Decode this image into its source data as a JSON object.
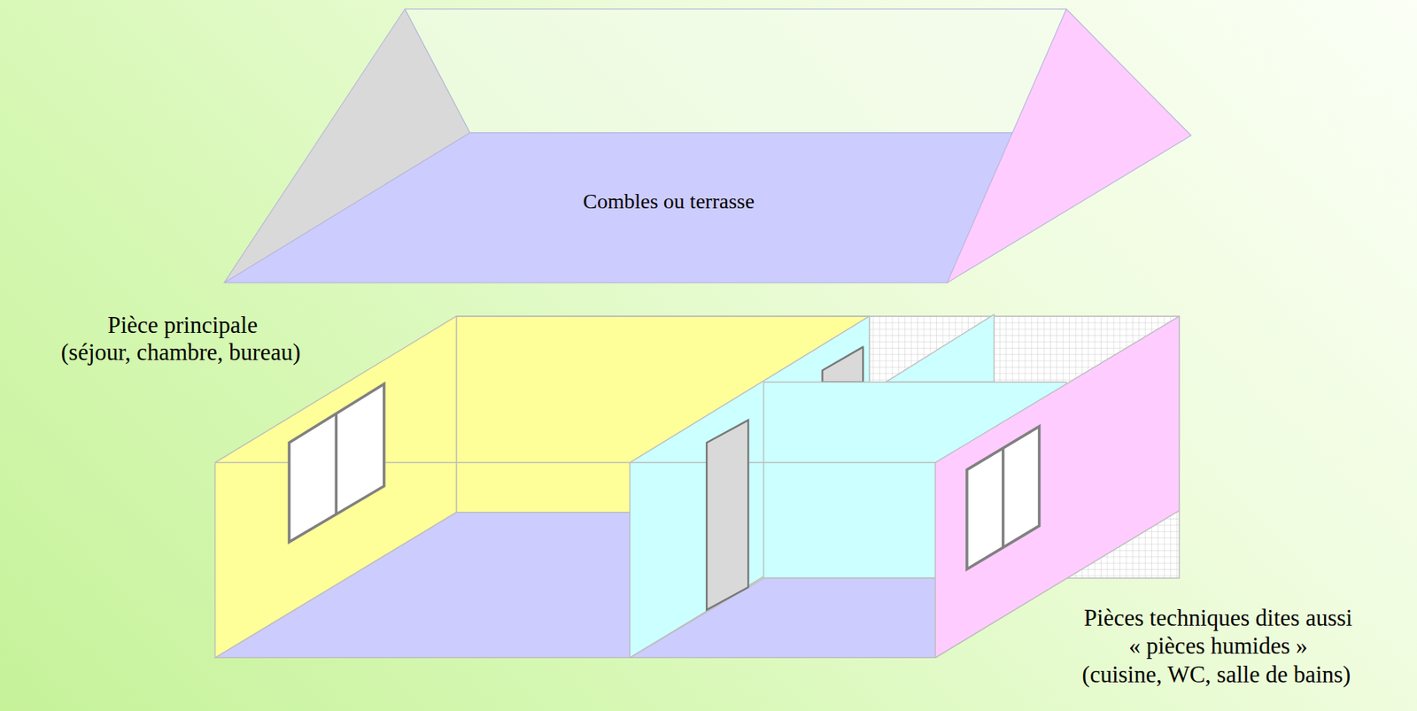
{
  "diagram": {
    "nodes": [
      {
        "text": [
          "Combles ou terrasse"
        ]
      }
    ],
    "labels": [
      "Pièce principale",
      "(séjour, chambre, bureau)",
      "Pièces techniques dites aussi",
      "« pièces humides »",
      "(cuisine, WC, salle de bains)"
    ]
  }
}
